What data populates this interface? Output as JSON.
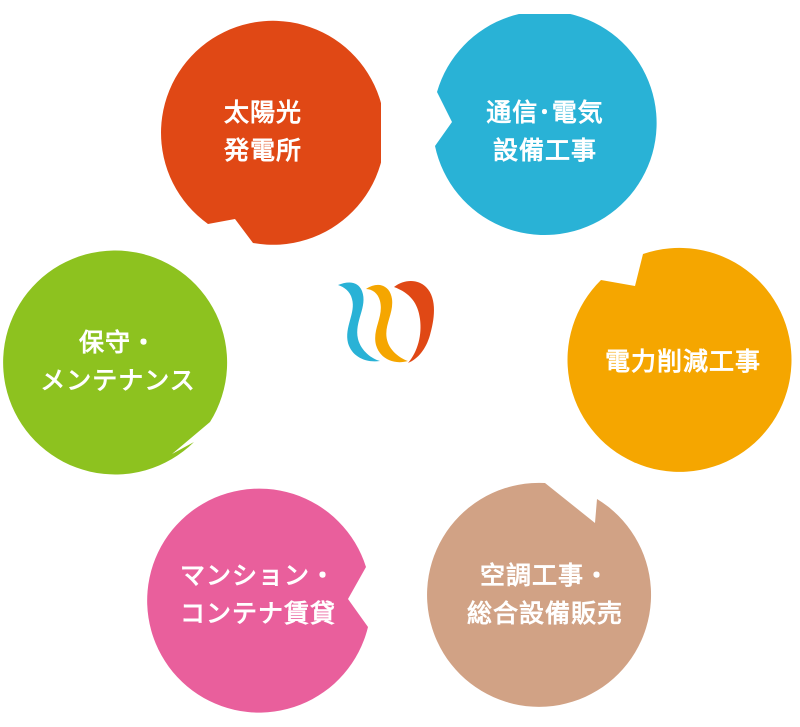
{
  "nodes": [
    {
      "id": "solar",
      "line1": "太陽光",
      "line2": "発電所",
      "color": "#e04815"
    },
    {
      "id": "telecom",
      "line1": "通信･電気",
      "line2": "設備工事",
      "color": "#29b2d6"
    },
    {
      "id": "power",
      "line1": "電力削減工事",
      "line2": "",
      "color": "#f5a600"
    },
    {
      "id": "hvac",
      "line1": "空調工事・",
      "line2": "総合設備販売",
      "color": "#d1a285"
    },
    {
      "id": "mansion",
      "line1": "マンション・",
      "line2": "コンテナ賃貸",
      "color": "#e95f9c"
    },
    {
      "id": "maint",
      "line1": "保守・",
      "line2": "メンテナンス",
      "color": "#8dc21f"
    }
  ],
  "logo": {
    "icon": "wave-logo-icon",
    "colors": [
      "#29b2d6",
      "#f5a600",
      "#e04815"
    ]
  }
}
